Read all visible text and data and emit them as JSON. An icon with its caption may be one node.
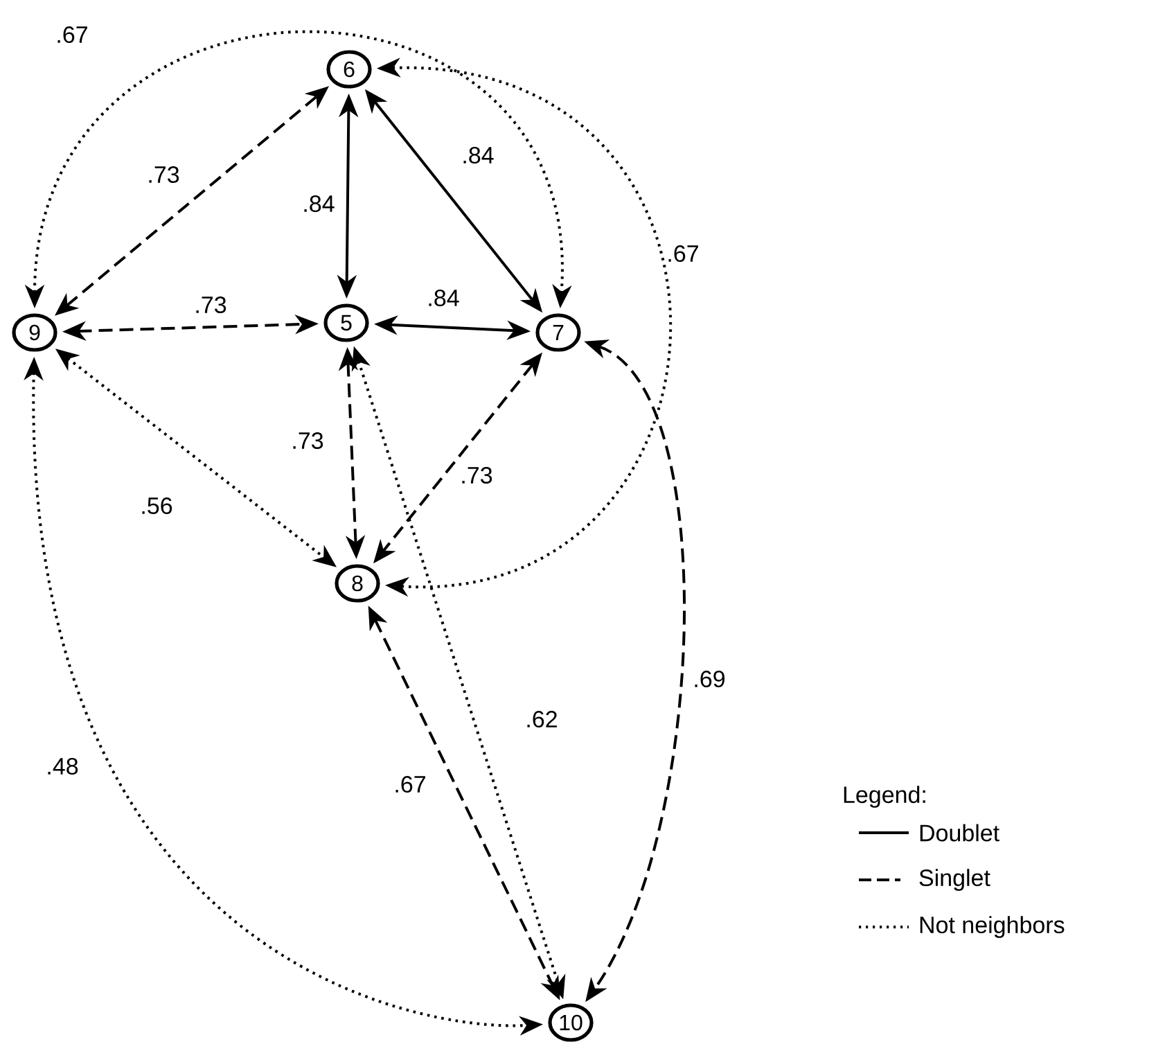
{
  "diagram": {
    "nodes": [
      {
        "text": [
          "6"
        ]
      },
      {
        "text": [
          "9"
        ]
      },
      {
        "text": [
          "5"
        ]
      },
      {
        "text": [
          "7"
        ]
      },
      {
        "text": [
          "8"
        ]
      },
      {
        "text": [
          "10"
        ]
      }
    ],
    "edges": [
      {
        "from": 1,
        "to": 3,
        "arrow": "both",
        "label": ".67",
        "style": "dashed"
      },
      {
        "from": 1,
        "to": 0,
        "arrow": "both",
        "label": ".73",
        "style": "dashed"
      },
      {
        "from": 0,
        "to": 2,
        "arrow": "both",
        "label": ".84"
      },
      {
        "from": 0,
        "to": 3,
        "arrow": "both",
        "label": ".84"
      },
      {
        "from": 0,
        "to": 4,
        "arrow": "both",
        "label": ".67",
        "style": "dashed"
      },
      {
        "from": 1,
        "to": 2,
        "arrow": "both",
        "label": ".73",
        "style": "dashed"
      },
      {
        "from": 2,
        "to": 3,
        "arrow": "both",
        "label": ".84"
      },
      {
        "from": 2,
        "to": 4,
        "arrow": "both",
        "label": ".73",
        "style": "dashed"
      },
      {
        "from": 3,
        "to": 4,
        "arrow": "both",
        "label": ".73",
        "style": "dashed"
      },
      {
        "from": 1,
        "to": 4,
        "arrow": "both",
        "label": ".56",
        "style": "dashed"
      },
      {
        "from": 2,
        "to": 5,
        "arrow": "both",
        "label": ".62",
        "style": "dashed"
      },
      {
        "from": 3,
        "to": 5,
        "arrow": "both",
        "label": ".69",
        "style": "dashed"
      },
      {
        "from": 4,
        "to": 5,
        "arrow": "both",
        "label": ".67",
        "style": "dashed"
      },
      {
        "from": 1,
        "to": 5,
        "arrow": "both",
        "label": ".48",
        "style": "dashed"
      }
    ],
    "labels": [
      "Legend:"
    ],
    "legend": [
      {
        "text": "Doublet"
      },
      {
        "text": "Singlet"
      },
      {
        "text": "Not neighbors"
      }
    ]
  }
}
